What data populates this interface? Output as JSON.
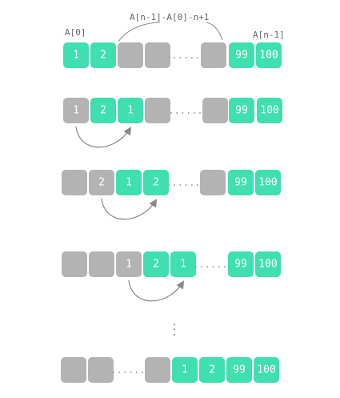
{
  "colors": {
    "filled": "#3fdfb0",
    "empty": "#b3b3b3",
    "arrow": "#888888",
    "text": "#ffffff",
    "label": "#666666"
  },
  "labels": {
    "start": "A[0]",
    "end": "A[n-1]",
    "span": "A[n-1]-A[0]-n+1"
  },
  "ellipsis": "......",
  "vertical_ellipsis": "⋮",
  "rows": [
    {
      "cells": [
        {
          "value": "1",
          "state": "filled"
        },
        {
          "value": "2",
          "state": "filled"
        },
        {
          "value": "",
          "state": "empty"
        },
        {
          "value": "",
          "state": "empty"
        },
        {
          "value": "......",
          "state": "gap"
        },
        {
          "value": "",
          "state": "empty"
        },
        {
          "value": "99",
          "state": "filled"
        },
        {
          "value": "100",
          "state": "filled"
        }
      ],
      "arrow": null
    },
    {
      "cells": [
        {
          "value": "1",
          "state": "empty"
        },
        {
          "value": "2",
          "state": "filled"
        },
        {
          "value": "1",
          "state": "filled"
        },
        {
          "value": "",
          "state": "empty"
        },
        {
          "value": "......",
          "state": "gap"
        },
        {
          "value": "",
          "state": "empty"
        },
        {
          "value": "99",
          "state": "filled"
        },
        {
          "value": "100",
          "state": "filled"
        }
      ],
      "arrow": {
        "from": 0,
        "to": 2
      }
    },
    {
      "cells": [
        {
          "value": "",
          "state": "empty"
        },
        {
          "value": "2",
          "state": "empty"
        },
        {
          "value": "1",
          "state": "filled"
        },
        {
          "value": "2",
          "state": "filled"
        },
        {
          "value": "......",
          "state": "gap"
        },
        {
          "value": "",
          "state": "empty"
        },
        {
          "value": "99",
          "state": "filled"
        },
        {
          "value": "100",
          "state": "filled"
        }
      ],
      "arrow": {
        "from": 1,
        "to": 3
      }
    },
    {
      "cells": [
        {
          "value": "",
          "state": "empty"
        },
        {
          "value": "",
          "state": "empty"
        },
        {
          "value": "1",
          "state": "empty"
        },
        {
          "value": "2",
          "state": "filled"
        },
        {
          "value": "1",
          "state": "filled"
        },
        {
          "value": "......",
          "state": "gap"
        },
        {
          "value": "99",
          "state": "filled"
        },
        {
          "value": "100",
          "state": "filled"
        }
      ],
      "arrow": {
        "from": 2,
        "to": 4
      }
    },
    {
      "cells": [
        {
          "value": "",
          "state": "empty"
        },
        {
          "value": "",
          "state": "empty"
        },
        {
          "value": "......",
          "state": "gap"
        },
        {
          "value": "",
          "state": "empty"
        },
        {
          "value": "1",
          "state": "filled"
        },
        {
          "value": "2",
          "state": "filled"
        },
        {
          "value": "99",
          "state": "filled"
        },
        {
          "value": "100",
          "state": "filled"
        }
      ],
      "arrow": null
    }
  ]
}
